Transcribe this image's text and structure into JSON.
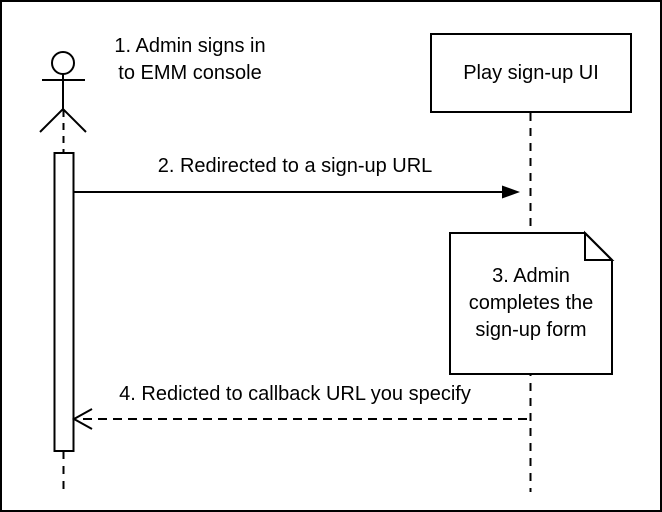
{
  "diagram": {
    "type": "sequence-diagram",
    "background": "#ffffff",
    "ink": "#000000",
    "note_fold_fill": "#f2f2f2"
  },
  "participants": {
    "admin_actor": {
      "representation": "stick-figure"
    },
    "play_signup_ui": {
      "label": "Play sign-up UI"
    }
  },
  "messages": {
    "step1": {
      "text": "1. Admin signs in\nto EMM console"
    },
    "step2": {
      "text": "2. Redirected to a sign-up URL",
      "style": "solid-arrow-right"
    },
    "step3": {
      "text": "3. Admin\ncompletes the\nsign-up form",
      "style": "note"
    },
    "step4": {
      "text": "4. Redicted to callback URL you specify",
      "style": "dashed-arrow-left"
    }
  }
}
